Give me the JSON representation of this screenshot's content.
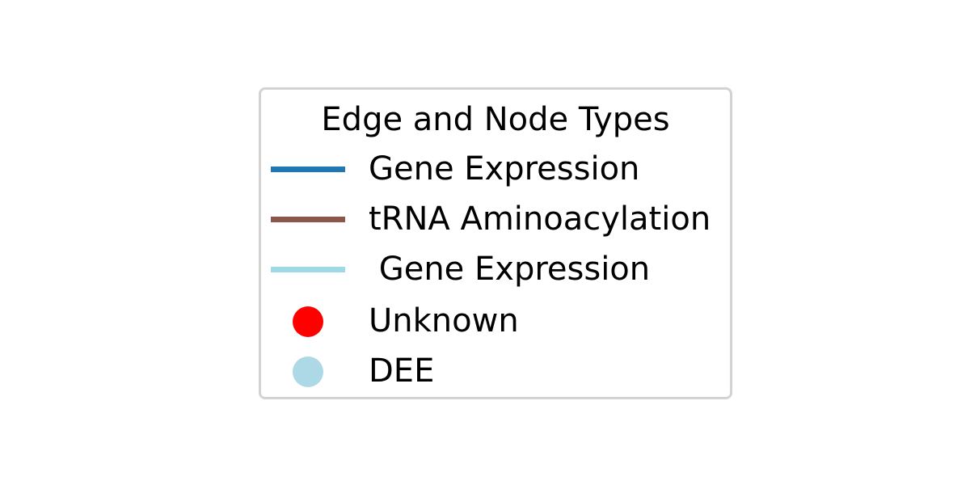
{
  "legend": {
    "title": "Edge and Node Types",
    "entries": [
      {
        "label": "Gene Expression",
        "kind": "line",
        "color": "#1f77b4",
        "icon": "line-swatch-icon"
      },
      {
        "label": "tRNA Aminoacylation",
        "kind": "line",
        "color": "#8c564b",
        "icon": "line-swatch-icon"
      },
      {
        "label": " Gene Expression",
        "kind": "line",
        "color": "#9edae5",
        "icon": "line-swatch-icon"
      },
      {
        "label": "Unknown",
        "kind": "dot",
        "color": "#ff0000",
        "icon": "circle-marker-icon"
      },
      {
        "label": "DEE",
        "kind": "dot",
        "color": "#add8e6",
        "icon": "circle-marker-icon"
      }
    ]
  }
}
